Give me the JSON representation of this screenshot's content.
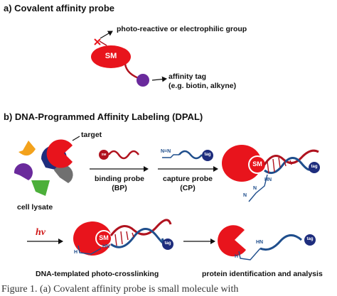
{
  "panel_a": {
    "title": "a) Covalent affinity probe",
    "small_molecule": "SM",
    "reactive_label": "photo-reactive or electrophilic group",
    "tag_label": "affinity tag",
    "tag_example": "(e.g. biotin, alkyne)"
  },
  "panel_b": {
    "title": "b) DNA-Programmed Affinity Labeling (DPAL)",
    "target_label": "target",
    "lysate_label": "cell lysate",
    "binding_probe_line1": "binding probe",
    "binding_probe_line2": "(BP)",
    "capture_probe_line1": "capture probe",
    "capture_probe_line2": "(CP)",
    "sm_tiny": "SM",
    "sm_badge": "SM",
    "tag_badge": "tag",
    "chem_hn": "HN",
    "chem_n": "N",
    "chem_n2": "N",
    "chem_h": "H",
    "chem_nn_cp": "N=N",
    "hv_label": "hv",
    "step_crosslink": "DNA-templated photo-crosslinking",
    "step_identify": "protein identification and analysis"
  },
  "caption": {
    "fragment": "Figure 1. (a) Covalent affinity probe is small molecule with"
  },
  "colors": {
    "red": "#e8141c",
    "dark_red": "#b0121e",
    "blue": "#1f4e8c",
    "navy": "#1e2d7d",
    "purple": "#6a2a9c",
    "orange": "#f3a21c",
    "green": "#4caf3a",
    "gray": "#707070"
  }
}
